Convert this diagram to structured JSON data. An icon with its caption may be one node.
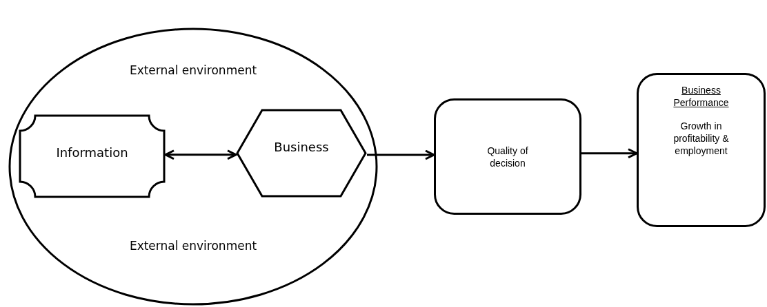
{
  "diagram": {
    "nodes": [
      {
        "text": [
          "External environment",
          "External environment"
        ]
      },
      {
        "text": [
          "Information"
        ],
        "in": 0
      },
      {
        "text": [
          "Business"
        ],
        "in": 0
      },
      {
        "text": [
          "Quality of decision"
        ]
      },
      {
        "text": [
          "Business Performance",
          "Growth in profitability & employment"
        ]
      }
    ],
    "edges": [
      {
        "from": 1,
        "to": 2,
        "arrow": "both"
      },
      {
        "from": 2,
        "to": 3,
        "arrow": "to"
      },
      {
        "from": 3,
        "to": 4,
        "arrow": "to"
      }
    ]
  }
}
